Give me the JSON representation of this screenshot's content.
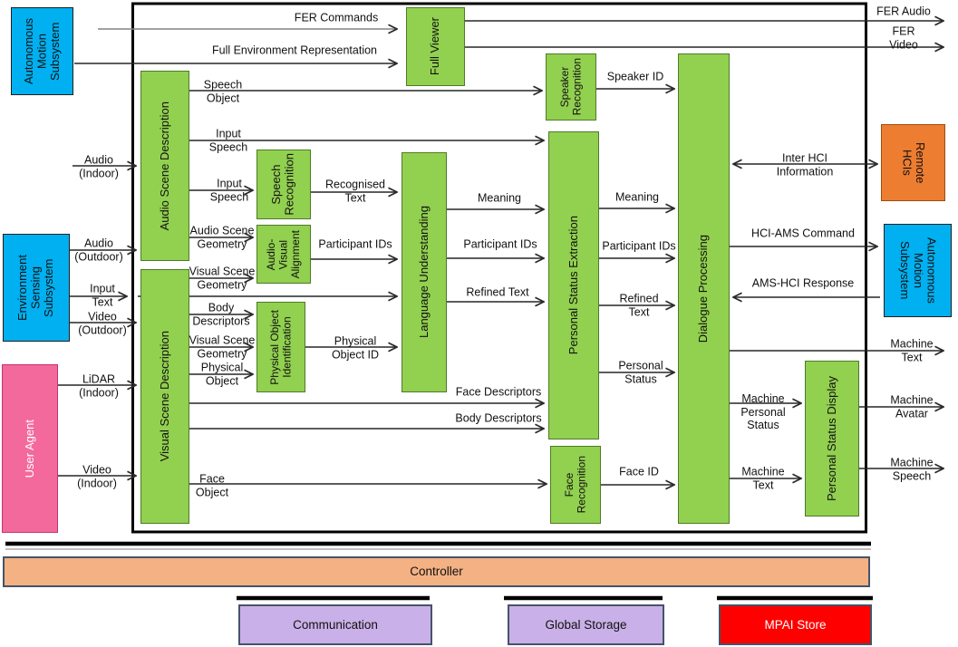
{
  "colors": {
    "module_green": "#92D050",
    "subsystem_blue": "#00B0F0",
    "user_pink": "#F4699B",
    "remote_orange": "#ED7D31",
    "controller_peach": "#F4B183",
    "storage_purple": "#CAB0E8",
    "store_red": "#FF0000",
    "bottom_border": "#44546A"
  },
  "boxes": {
    "autonomous_motion_left": "Autonomous\nMotion\nSubsystem",
    "environment_sensing": "Environment\nSensing\nSubsystem",
    "user_agent": "User Agent",
    "audio_scene_description": "Audio Scene Description",
    "visual_scene_description": "Visual Scene Description",
    "full_viewer": "Full Viewer",
    "speech_recognition": "Speech\nRecognition",
    "audio_visual_alignment": "Audio-\nVisual\nAlignment",
    "physical_object_identification": "Physical Object\nIdentification",
    "language_understanding": "Language Understanding",
    "speaker_recognition": "Speaker\nRecognition",
    "personal_status_extraction": "Personal Status Extraction",
    "dialogue_processing": "Dialogue Processing",
    "face_recognition": "Face\nRecognition",
    "personal_status_display": "Personal Status Display",
    "remote_hcis": "Remote\nHCIs",
    "autonomous_motion_right": "Autonomous\nMotion\nSubsystem"
  },
  "labels": {
    "fer_commands": "FER Commands",
    "full_environment_representation": "Full Environment Representation",
    "fer_audio": "FER  Audio",
    "fer_video": "FER  Video",
    "speech_object": "Speech\nObject",
    "speaker_id": "Speaker ID",
    "input_speech_top": "Input\nSpeech",
    "input_speech": "Input\nSpeech",
    "recognised_text": "Recognised\nText",
    "audio_scene_geometry": "Audio Scene\nGeometry",
    "visual_scene_geometry_top": "Visual Scene\nGeometry",
    "body_descriptors_poi": "Body\nDescriptors",
    "visual_scene_geometry": "Visual Scene\nGeometry",
    "physical_object": "Physical\nObject",
    "physical_object_id": "Physical\nObject ID",
    "audio_indoor": "Audio\n(Indoor)",
    "audio_outdoor": "Audio\n(Outdoor)",
    "input_text": "Input\nText",
    "video_outdoor": "Video\n(Outdoor)",
    "lidar_indoor": "LiDAR\n(Indoor)",
    "video_indoor": "Video\n(Indoor)",
    "meaning_lu": "Meaning",
    "participant_ids_ava": "Participant IDs",
    "participant_ids_lu": "Participant IDs",
    "refined_text_lu": "Refined Text",
    "meaning_pse": "Meaning",
    "participant_ids_pse": "Participant IDs",
    "refined_text_pse": "Refined\nText",
    "personal_status": "Personal\nStatus",
    "face_descriptors": "Face Descriptors",
    "body_descriptors_pse": "Body Descriptors",
    "face_object": "Face\nObject",
    "face_id": "Face ID",
    "inter_hci": "Inter HCI\nInformation",
    "hci_ams_command": "HCI-AMS Command",
    "ams_hci_response": "AMS-HCI Response",
    "machine_text_out": "Machine\nText",
    "machine_personal_status": "Machine\nPersonal\nStatus",
    "machine_text_psd": "Machine\nText",
    "machine_avatar": "Machine\nAvatar",
    "machine_speech": "Machine\nSpeech"
  },
  "bottom": {
    "controller": "Controller",
    "communication": "Communication",
    "global_storage": "Global Storage",
    "mpai_store": "MPAI Store"
  }
}
